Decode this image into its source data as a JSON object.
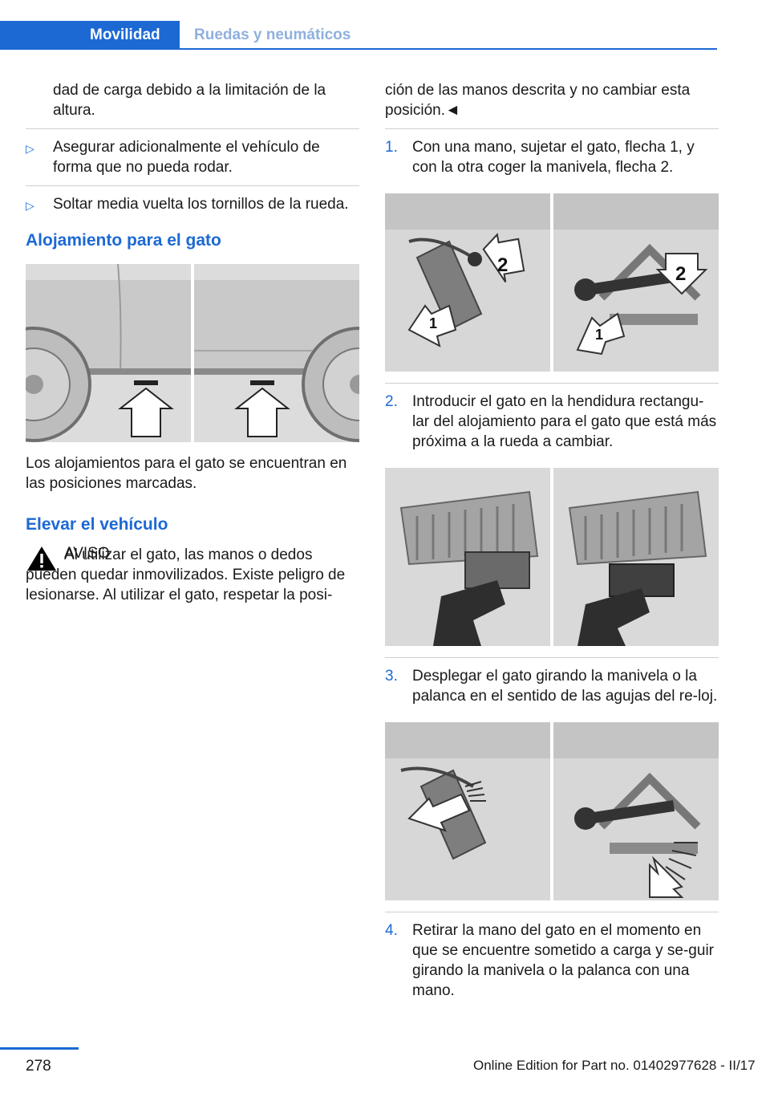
{
  "header": {
    "active_tab": "Movilidad",
    "inactive_tab": "Ruedas y neumáticos"
  },
  "left": {
    "continued_text": "dad de carga debido a la limitación de la altura.",
    "bullets": [
      "Asegurar adicionalmente el vehículo de forma que no pueda rodar.",
      "Soltar media vuelta los tornillos de la rueda."
    ],
    "section1_title": "Alojamiento para el gato",
    "section1_text": "Los alojamientos para el gato se encuentran en las posiciones marcadas.",
    "section2_title": "Elevar el vehículo",
    "warning_title": "AVISO",
    "warning_text": "Al utilizar el gato, las manos o dedos pueden quedar inmovilizados. Existe peligro de lesionarse. Al utilizar el gato, respetar la posi-"
  },
  "right": {
    "continued_text": "ción de las manos descrita y no cambiar esta posición.◄",
    "steps": [
      {
        "num": "1.",
        "text": "Con una mano, sujetar el gato, flecha 1, y con la otra coger la manivela, flecha 2."
      },
      {
        "num": "2.",
        "text": "Introducir el gato en la hendidura rectangu-lar del alojamiento para el gato que está más próxima a la rueda a cambiar."
      },
      {
        "num": "3.",
        "text": "Desplegar el gato girando la manivela o la palanca en el sentido de las agujas del re-loj."
      },
      {
        "num": "4.",
        "text": "Retirar la mano del gato en el momento en que se encuentre sometido a carga y se-guir girando la manivela o la palanca con una mano."
      }
    ],
    "fig1_labels": [
      "2",
      "1",
      "2",
      "1"
    ]
  },
  "footer": {
    "page_number": "278",
    "edition": "Online Edition for Part no. 01402977628 - II/17"
  },
  "colors": {
    "accent": "#1c69d4",
    "inactive_tab_text": "#8fb0de"
  }
}
